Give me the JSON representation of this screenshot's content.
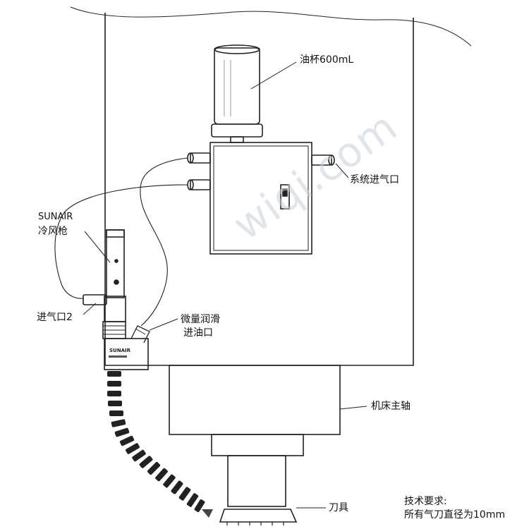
{
  "labels": {
    "oil_cup": "油杯600mL",
    "system_air_inlet": "系统进气口",
    "brand_name": "SUNAIR",
    "cold_air_gun": "冷风枪",
    "air_inlet_2": "进气口2",
    "micro_lubrication_line1": "微量润滑",
    "micro_lubrication_line2": "进油口",
    "machine_spindle": "机床主轴",
    "cutter": "刀具",
    "tech_req_title": "技术要求:",
    "tech_req_text": "所有气刀直径为10mm",
    "device_marking": "SUNAIR"
  },
  "watermark": "wiqi.com"
}
